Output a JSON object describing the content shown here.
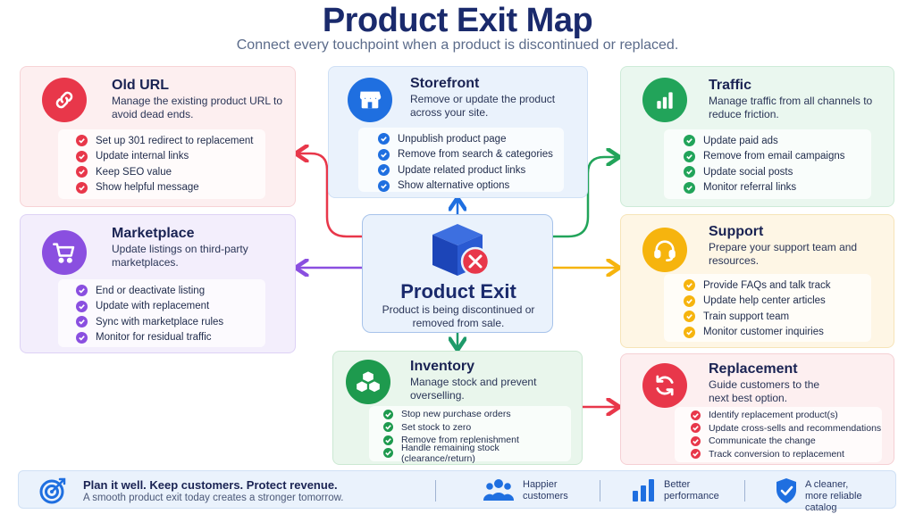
{
  "title": "Product Exit Map",
  "subtitle": "Connect every touchpoint when a product is discontinued or replaced.",
  "center": {
    "title": "Product Exit",
    "description": "Product is being discontinued or removed from sale."
  },
  "cards": {
    "old_url": {
      "title": "Old URL",
      "description": "Manage the existing product URL to avoid dead ends.",
      "color": "#e8374a",
      "icon": "link-icon",
      "items": [
        "Set up 301 redirect to replacement",
        "Update internal links",
        "Keep SEO value",
        "Show helpful message"
      ]
    },
    "storefront": {
      "title": "Storefront",
      "description": "Remove or update the product across your site.",
      "color": "#1f6fe0",
      "icon": "storefront-icon",
      "items": [
        "Unpublish product page",
        "Remove from search & categories",
        "Update related product links",
        "Show alternative options"
      ]
    },
    "traffic": {
      "title": "Traffic",
      "description": "Manage traffic from all channels to reduce friction.",
      "color": "#22a45a",
      "icon": "bar-chart-icon",
      "items": [
        "Update paid ads",
        "Remove from email campaigns",
        "Update social posts",
        "Monitor referral links"
      ]
    },
    "marketplace": {
      "title": "Marketplace",
      "description": "Update listings on third-party marketplaces.",
      "color": "#8a4fe0",
      "icon": "shopping-cart-icon",
      "items": [
        "End or deactivate listing",
        "Update with replacement",
        "Sync with marketplace rules",
        "Monitor for residual traffic"
      ]
    },
    "support": {
      "title": "Support",
      "description": "Prepare your support team and resources.",
      "color": "#f6b40e",
      "icon": "headset-icon",
      "items": [
        "Provide FAQs and talk track",
        "Update help center articles",
        "Train support team",
        "Monitor customer inquiries"
      ]
    },
    "inventory": {
      "title": "Inventory",
      "description": "Manage stock and prevent overselling.",
      "color": "#1e9a4e",
      "icon": "boxes-icon",
      "items": [
        "Stop new purchase orders",
        "Set stock to zero",
        "Remove from replenishment",
        "Handle remaining stock (clearance/return)"
      ]
    },
    "replacement": {
      "title": "Replacement",
      "description": "Guide customers to the next best option.",
      "color": "#e8374a",
      "icon": "refresh-icon",
      "items": [
        "Identify replacement product(s)",
        "Update cross-sells and recommendations",
        "Communicate the change",
        "Track conversion to replacement"
      ]
    }
  },
  "footer": {
    "headline": "Plan it well. Keep customers. Protect revenue.",
    "subline": "A smooth product exit today creates a stronger tomorrow.",
    "stats": [
      {
        "line1": "Happier",
        "line2": "customers",
        "icon": "users-icon"
      },
      {
        "line1": "Better",
        "line2": "performance",
        "icon": "bar-chart-icon"
      },
      {
        "line1": "A cleaner,",
        "line2": "more reliable catalog",
        "icon": "shield-check-icon"
      }
    ]
  }
}
